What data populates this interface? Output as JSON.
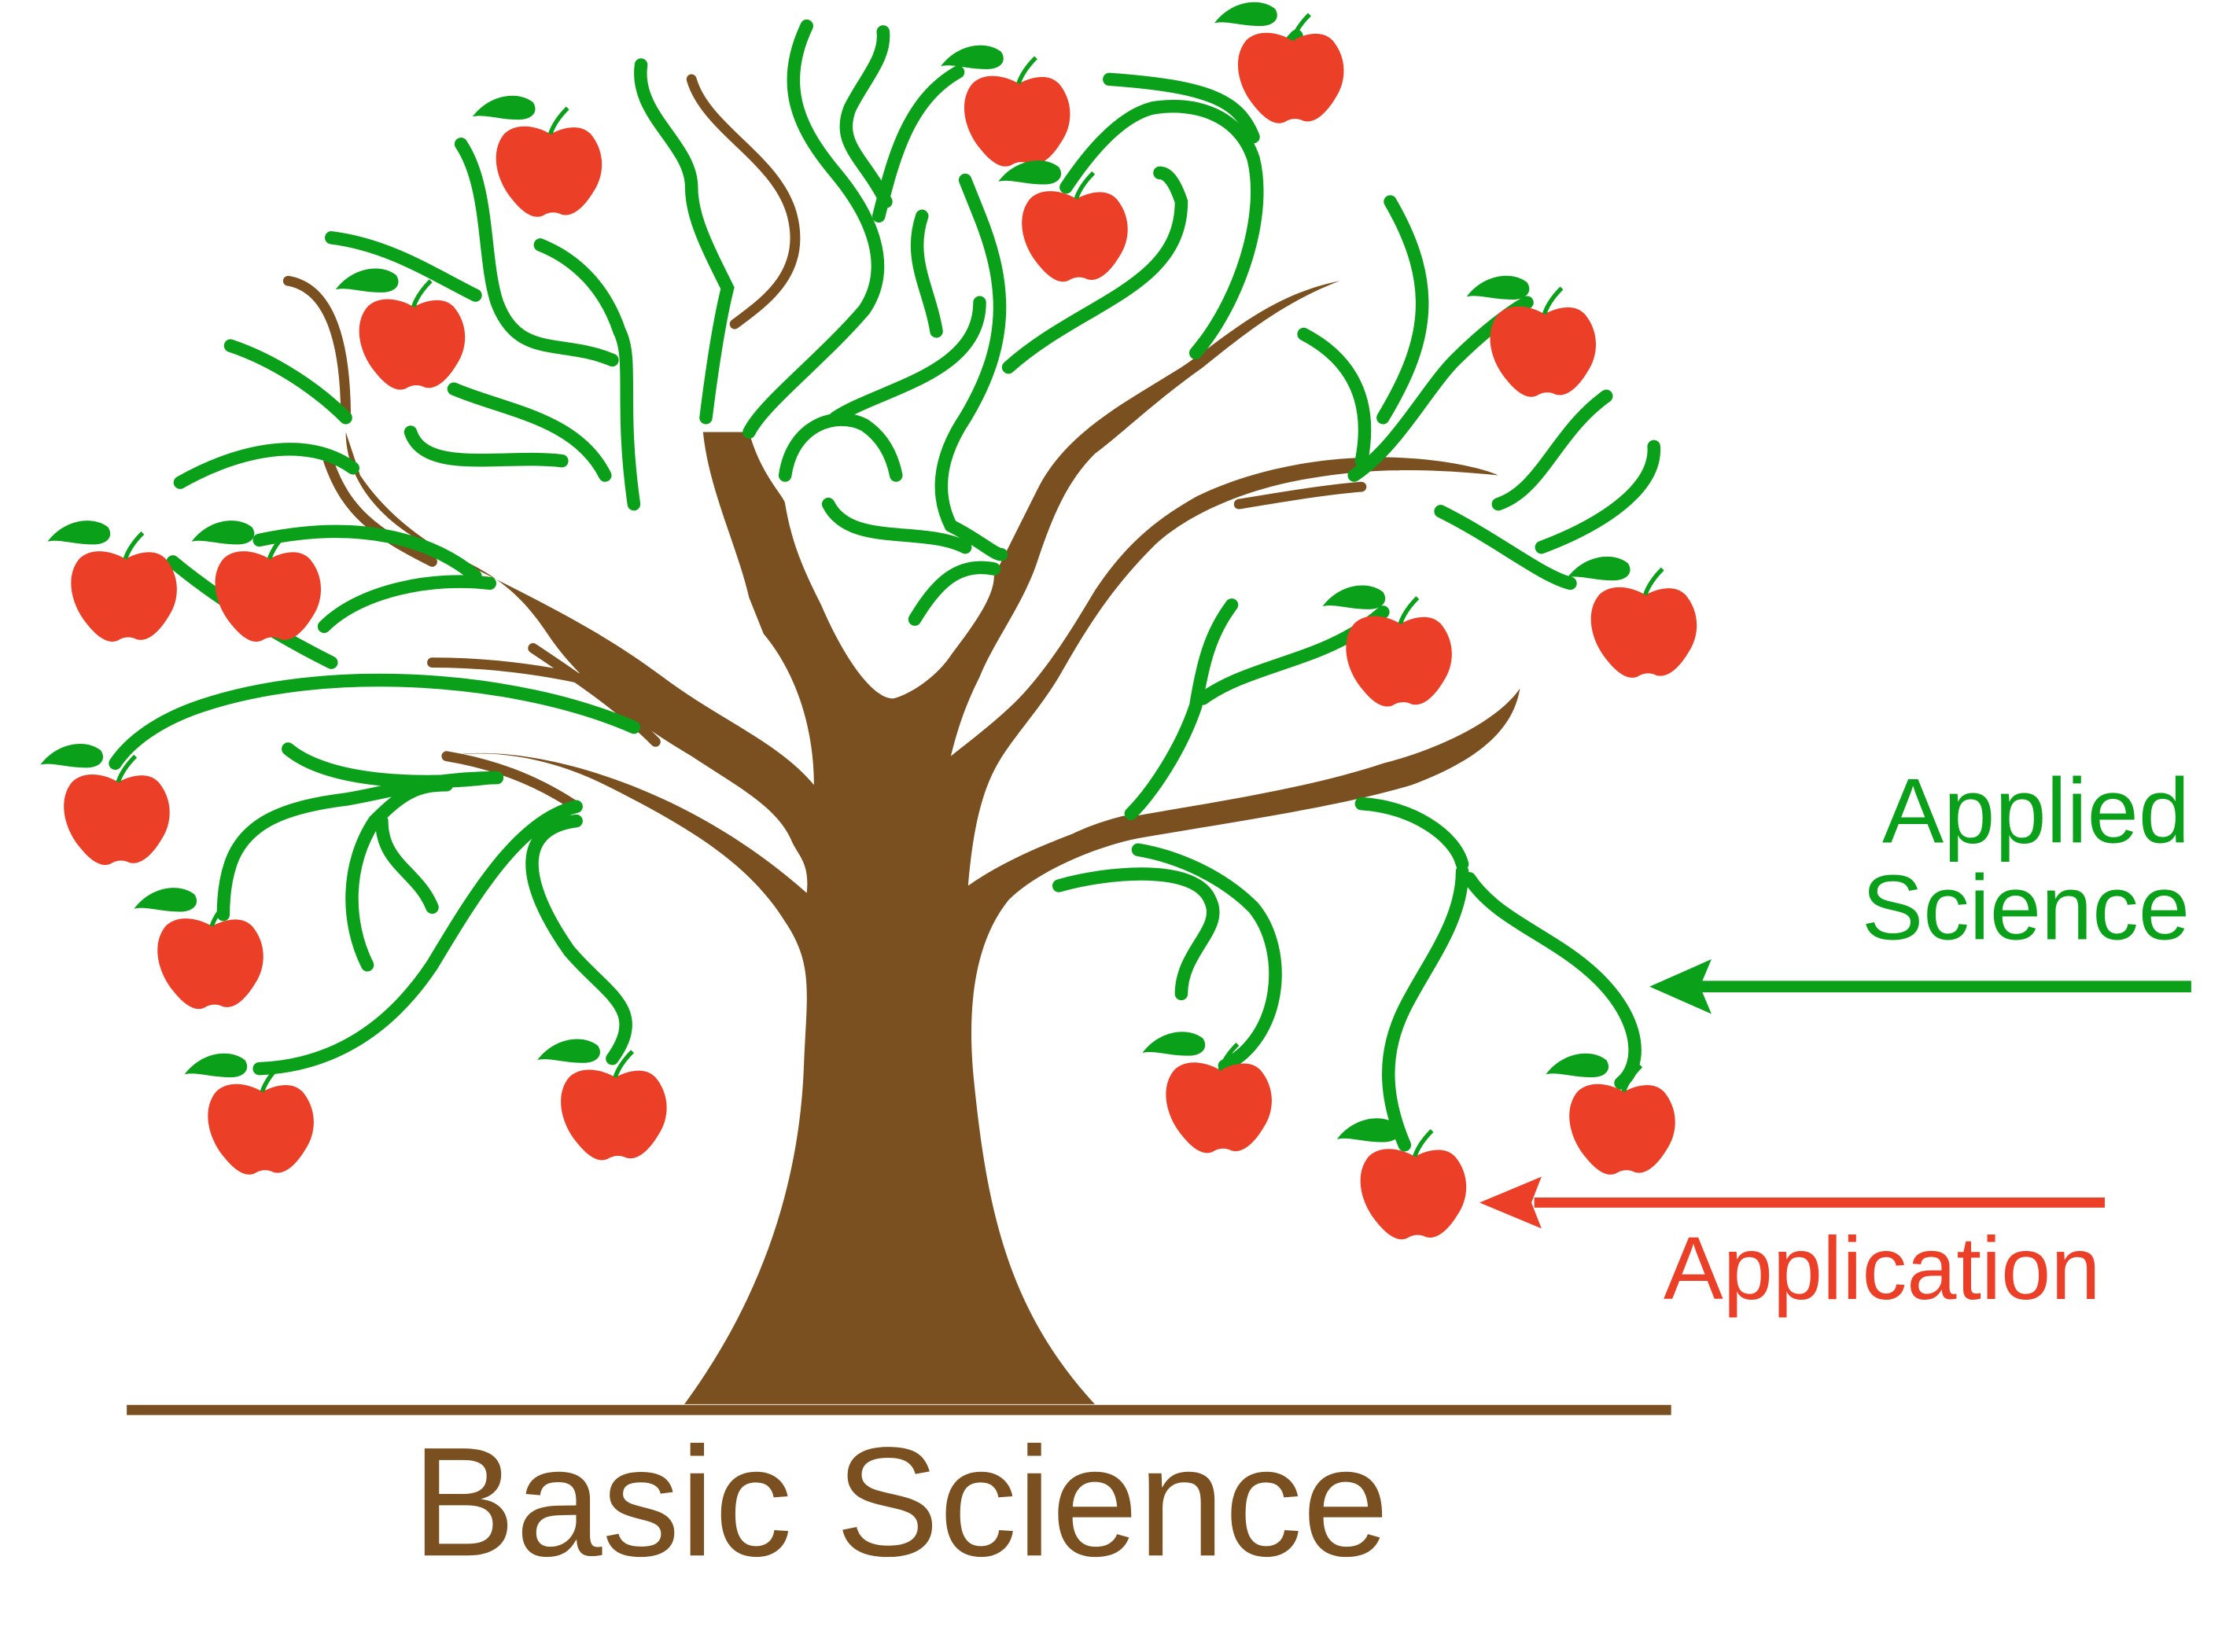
{
  "labels": {
    "basic": "Basic Science",
    "applied_line1": "Applied",
    "applied_line2": "Science",
    "application": "Application"
  },
  "colors": {
    "trunk": "#7a5020",
    "leaf": "#0aa01a",
    "apple": "#ec3f27",
    "applied_text": "#0aa01a",
    "application_text": "#ec3f27"
  },
  "icons": {
    "applied_arrow": "arrow-left-icon",
    "application_arrow": "arrow-left-icon",
    "apple": "apple-icon"
  }
}
